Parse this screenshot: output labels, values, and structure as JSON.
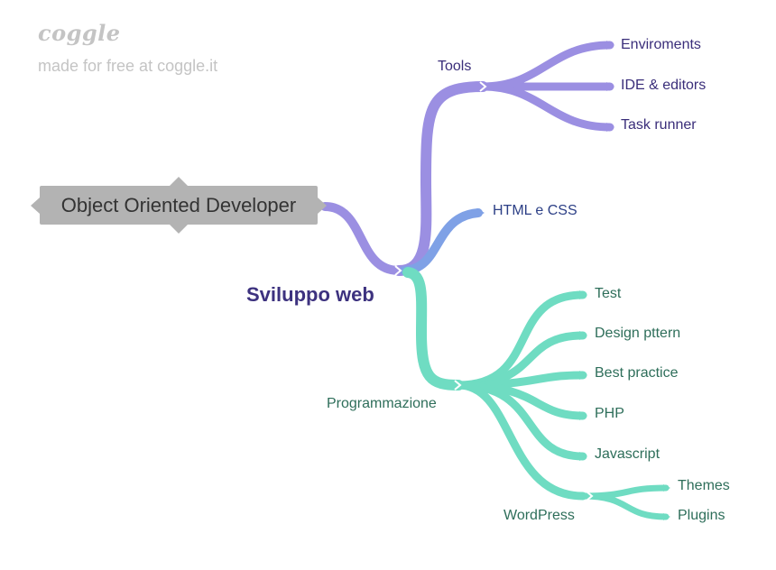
{
  "branding": {
    "logo_text": "coggle",
    "tagline": "made for free at coggle.it"
  },
  "center": {
    "label": "Sviluppo web"
  },
  "linked_node": {
    "label": "Object Oriented Developer"
  },
  "branches": {
    "tools": {
      "label": "Tools",
      "color": "#9b8fe2",
      "children": [
        "Enviroments",
        "IDE & editors",
        "Task runner"
      ]
    },
    "html_css": {
      "label": "HTML e CSS",
      "color": "#7fa1e6"
    },
    "programmazione": {
      "label": "Programmazione",
      "color": "#6fdcc2",
      "children": [
        "Test",
        "Design pttern",
        "Best practice",
        "PHP",
        "Javascript"
      ],
      "wordpress": {
        "label": "WordPress",
        "children": [
          "Themes",
          "Plugins"
        ]
      }
    }
  },
  "colors": {
    "purple_branch": "#9b8fe2",
    "blue_branch": "#7fa1e6",
    "green_branch": "#6fdcc2",
    "linked_node_bg": "#b3b3b3",
    "branding_gray": "#c4c4c4"
  }
}
